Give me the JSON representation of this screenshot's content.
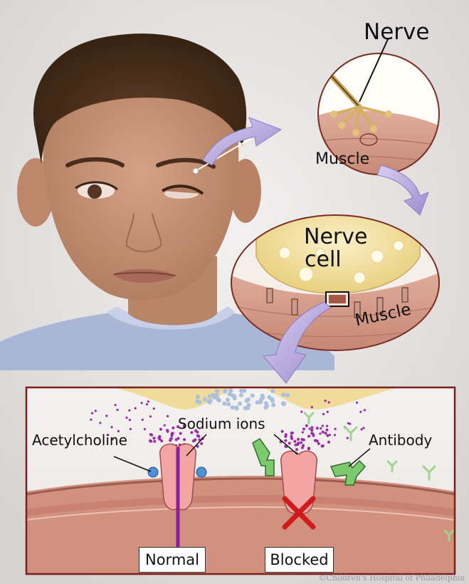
{
  "labels": {
    "nerve": "Nerve",
    "muscle_top": "Muscle",
    "nerve_cell_line1": "Nerve",
    "nerve_cell_line2": "cell",
    "muscle_mid": "Muscle",
    "acetylcholine": "Acetylcholine",
    "sodium_ions": "Sodium ions",
    "antibody": "Antibody",
    "normal": "Normal",
    "blocked": "Blocked"
  },
  "credit": "©Children's Hospital of Philadelphia",
  "colors": {
    "background": "#e9e7e6",
    "skin": "#c9967a",
    "hair": "#4a2f1f",
    "shirt": "#aab8d8",
    "arrow": "#b9a9dc",
    "nerve_cell": "#f2e2a4",
    "muscle": "#d9a08e",
    "receptor": "#eea4a4",
    "ions": "#9b2aa8",
    "antibody": "#7cc96e",
    "blocked_x": "#cf1b1b",
    "panel_border": "#7a1e1e"
  }
}
